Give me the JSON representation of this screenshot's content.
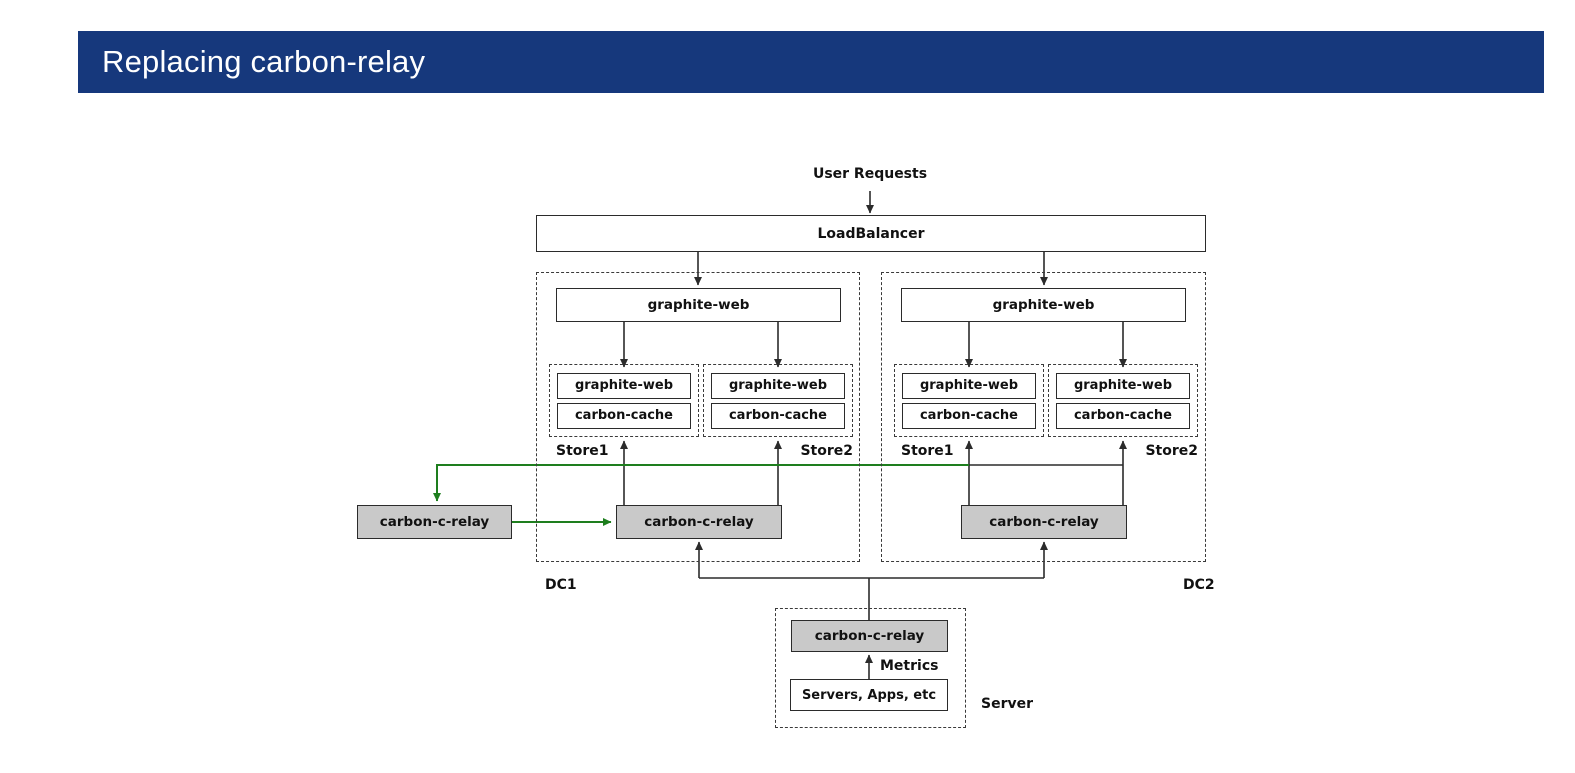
{
  "slide": {
    "title": "Replacing carbon-relay"
  },
  "diagram": {
    "user_requests_label": "User Requests",
    "load_balancer_label": "LoadBalancer",
    "dcs": [
      {
        "label": "DC1",
        "web_frontend_label": "graphite-web",
        "stores": [
          {
            "label": "Store1",
            "web_label": "graphite-web",
            "cache_label": "carbon-cache"
          },
          {
            "label": "Store2",
            "web_label": "graphite-web",
            "cache_label": "carbon-cache"
          }
        ],
        "relay_label": "carbon-c-relay"
      },
      {
        "label": "DC2",
        "web_frontend_label": "graphite-web",
        "stores": [
          {
            "label": "Store1",
            "web_label": "graphite-web",
            "cache_label": "carbon-cache"
          },
          {
            "label": "Store2",
            "web_label": "graphite-web",
            "cache_label": "carbon-cache"
          }
        ],
        "relay_label": "carbon-c-relay"
      }
    ],
    "new_relay_label": "carbon-c-relay",
    "server_cluster": {
      "label": "Server",
      "relay_label": "carbon-c-relay",
      "metrics_label": "Metrics",
      "servers_label": "Servers, Apps, etc"
    },
    "colors": {
      "header_blue": "#16387c",
      "relay_gray": "#c9c9c9",
      "highlight_green": "#1e7e1e",
      "line_black": "#2b2b2b"
    }
  }
}
